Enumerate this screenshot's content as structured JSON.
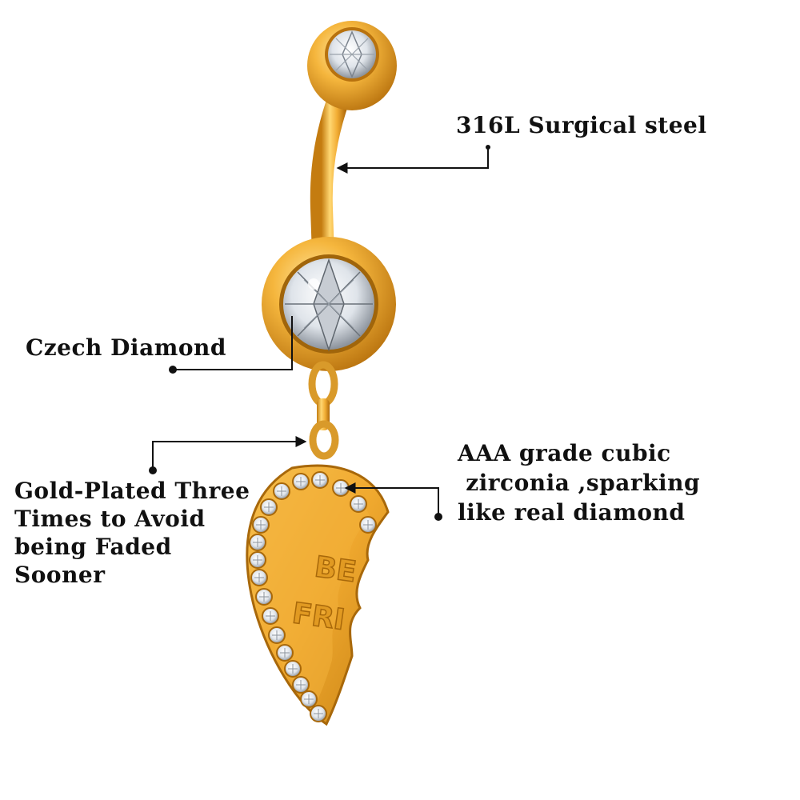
{
  "colors": {
    "gold": "#f3b43b",
    "gold_dark": "#b8720e",
    "gold_light": "#ffe08a",
    "gem": "#e9edf2",
    "gem_dark": "#8c939c",
    "text": "#111111",
    "pointer": "#111111"
  },
  "callouts": {
    "steel": "316L Surgical steel",
    "czech": "Czech Diamond",
    "gold_plated": [
      "Gold-Plated Three",
      "Times to Avoid",
      "being Faded",
      "Sooner"
    ],
    "cubic_zirconia": [
      "AAA grade cubic",
      " zirconia ,sparking",
      "like real diamond"
    ]
  },
  "pendant": {
    "engraving": [
      "BE",
      "FRI"
    ]
  }
}
